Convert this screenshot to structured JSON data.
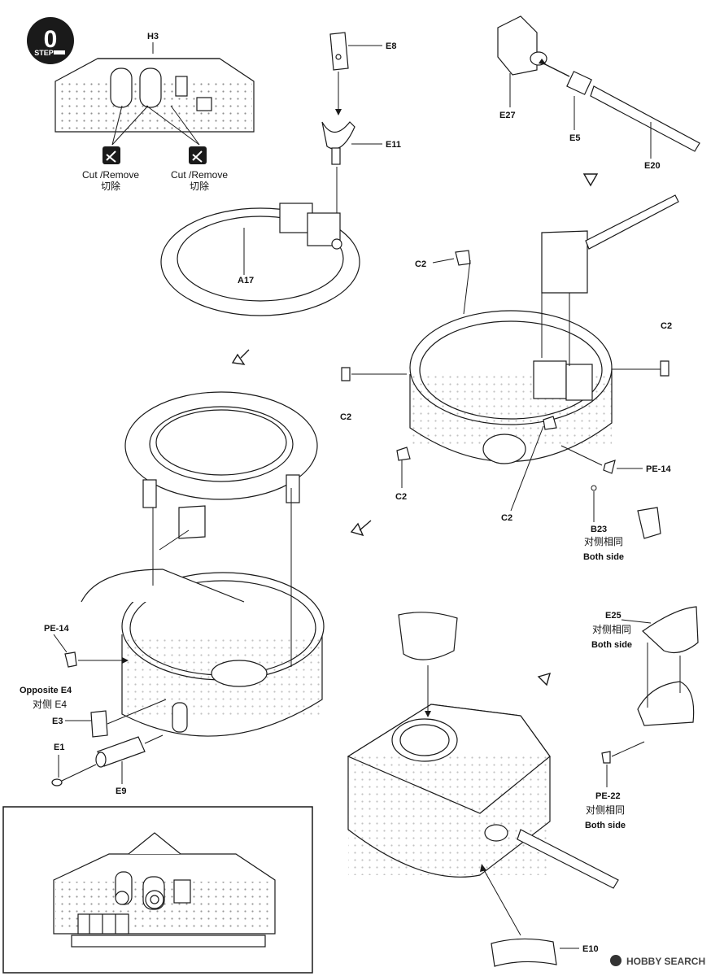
{
  "step": {
    "number": "0",
    "word": "STEP"
  },
  "parts": {
    "h3": "H3",
    "e8": "E8",
    "e11": "E11",
    "a17": "A17",
    "e27": "E27",
    "e5": "E5",
    "e20": "E20",
    "c2": "C2",
    "pe14": "PE-14",
    "b23": "B23",
    "e25": "E25",
    "pe22": "PE-22",
    "opposite_e4": "Opposite E4",
    "opposite_e4_cn": "对侧 E4",
    "e3": "E3",
    "e1": "E1",
    "e9": "E9",
    "e10": "E10"
  },
  "notes": {
    "cut_remove": "Cut /Remove",
    "cut_remove_cn": "切除",
    "both_side": "Both side",
    "both_side_cn": "对侧相同"
  },
  "watermark": "HOBBY SEARCH",
  "colors": {
    "line": "#1a1a1a",
    "fill": "#ffffff",
    "shade": "#d9d9d9"
  }
}
